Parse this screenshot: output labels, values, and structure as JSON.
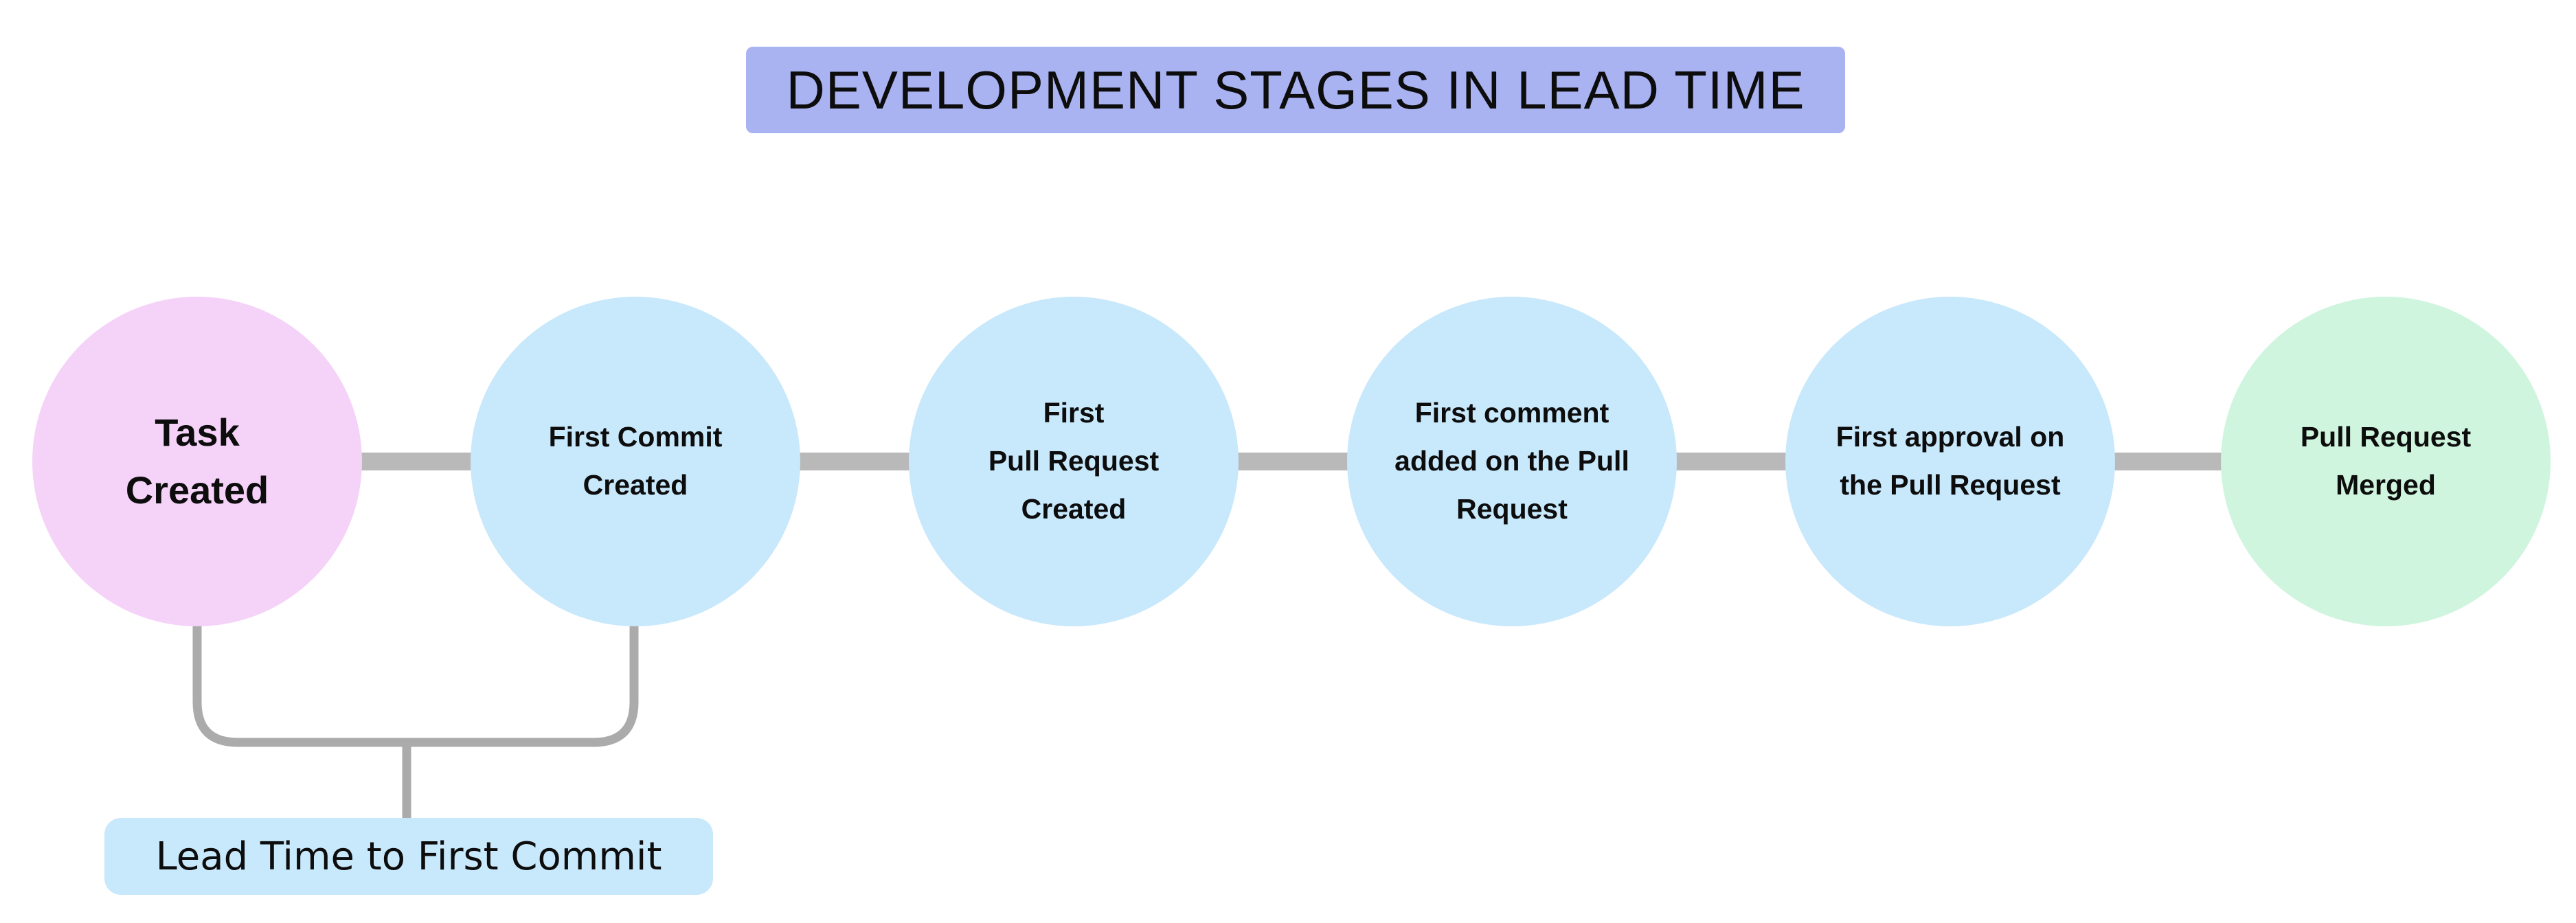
{
  "title": "DEVELOPMENT STAGES IN LEAD TIME",
  "stages": [
    {
      "id": "task-created",
      "lines": [
        "Task",
        "Created"
      ],
      "color": "#f5d2f8"
    },
    {
      "id": "first-commit-created",
      "lines": [
        "First Commit",
        "Created"
      ],
      "color": "#c8e8fb"
    },
    {
      "id": "first-pull-request-created",
      "lines": [
        "First",
        "Pull Request",
        "Created"
      ],
      "color": "#c8e8fb"
    },
    {
      "id": "first-comment-added",
      "lines": [
        "First comment",
        "added on the Pull",
        "Request"
      ],
      "color": "#c8e8fb"
    },
    {
      "id": "first-approval",
      "lines": [
        "First approval on",
        "the Pull Request"
      ],
      "color": "#c8e8fb"
    },
    {
      "id": "pull-request-merged",
      "lines": [
        "Pull Request",
        "Merged"
      ],
      "color": "#cff5de"
    }
  ],
  "annotation": {
    "label": "Lead Time to First Commit",
    "box_color": "#c8e8fb"
  },
  "colors": {
    "background": "#ffffff",
    "title_bg": "#a9b3f1",
    "connector": "#b9b9b9",
    "bracket": "#ababab",
    "text": "#0d0d0d"
  }
}
